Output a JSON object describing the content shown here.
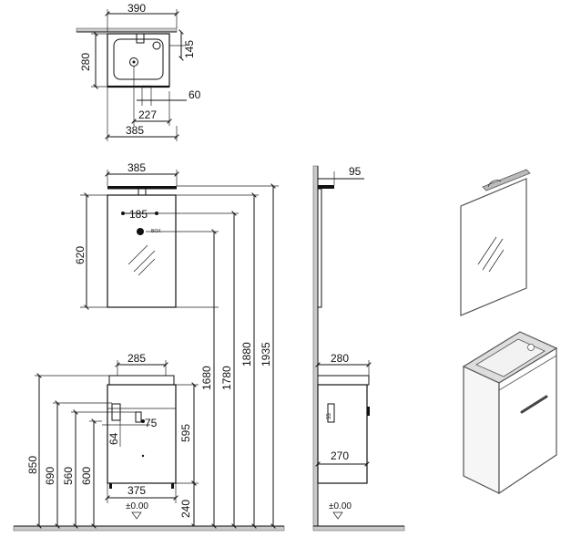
{
  "top_view": {
    "width": "390",
    "depth": "280",
    "tap_offset": "145",
    "drain": "60",
    "drain_offset": "227",
    "body_width": "385"
  },
  "mirror": {
    "width": "385",
    "light_center": "185",
    "height": "620",
    "socket_label": "BOX"
  },
  "front_view": {
    "sink_width": "285",
    "bowl_label": "75",
    "sink_label_b": "64",
    "cabinet_height": "595",
    "cabinet_width": "375",
    "floor_gap": "240",
    "floor_ref": "±0.00",
    "height_top": "850",
    "height_690": "690",
    "height_560": "560",
    "height_600": "600",
    "mirror_bottom": "1680",
    "mirror_center": "1780",
    "mirror_top": "1880",
    "overall": "1935"
  },
  "side_view": {
    "light_projection": "95",
    "cabinet_depth": "280",
    "inner_depth": "270",
    "pipe_label": "55",
    "floor_ref": "±0.00"
  }
}
